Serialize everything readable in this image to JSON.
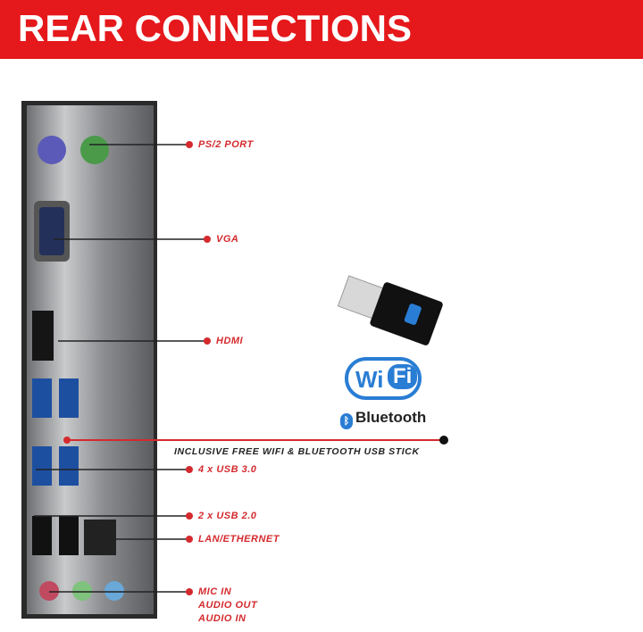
{
  "header": {
    "title": "REAR CONNECTIONS"
  },
  "labels": {
    "ps2": "PS/2 PORT",
    "vga": "VGA",
    "hdmi": "HDMI",
    "usb3": "4 x USB 3.0",
    "usb2": "2 x USB 2.0",
    "lan": "LAN/ETHERNET",
    "audio": [
      "MIC IN",
      "AUDIO OUT",
      "AUDIO IN"
    ]
  },
  "dongle": {
    "caption": "INCLUSIVE FREE WIFI & BLUETOOTH USB STICK",
    "wifi_logo": "WiFi",
    "bluetooth": "Bluetooth"
  },
  "colors": {
    "header": "#e5181b",
    "label": "#d42a2e",
    "wifi": "#2a7dd4"
  }
}
